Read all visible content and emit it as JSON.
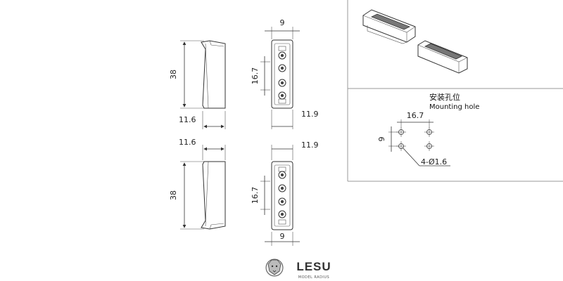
{
  "dimensions": {
    "side_height": "38",
    "side_depth": "11.6",
    "front_width": "9",
    "front_hole_spacing": "16.7",
    "front_total_depth": "11.9"
  },
  "mounting": {
    "title_cn": "安装孔位",
    "title_en": "Mounting hole",
    "spacing_x": "16.7",
    "spacing_y": "9",
    "holes": "4-Ø1.6"
  },
  "brand": {
    "name": "LESU",
    "tagline": "MODEL RADIUS"
  },
  "colors": {
    "line": "#333333",
    "panel_border": "#999999"
  }
}
